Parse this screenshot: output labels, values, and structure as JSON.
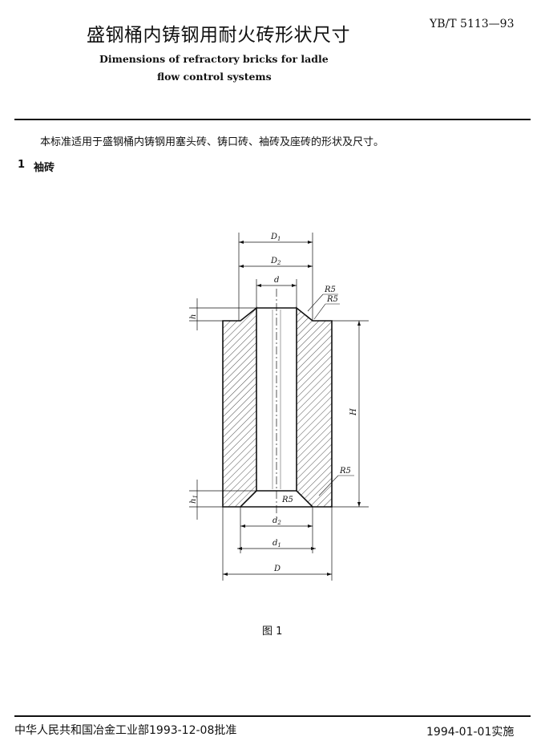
{
  "header": {
    "title_cn": "盛钢桶内铸钢用耐火砖形状尺寸",
    "standard_code": "YB/T 5113—93",
    "title_en_line1": "Dimensions of refractory bricks for ladle",
    "title_en_line2": "flow control systems"
  },
  "body": {
    "scope": "本标准适用于盛钢桶内铸钢用塞头砖、铸口砖、袖砖及座砖的形状及尺寸。",
    "section_number": "1",
    "section_title": "袖砖"
  },
  "figure": {
    "caption": "图 1",
    "labels": {
      "D1": "D",
      "D1_sub": "1",
      "D2": "D",
      "D2_sub": "2",
      "d": "d",
      "R5_a": "R5",
      "R5_b": "R5",
      "R5_c": "R5",
      "R5_d": "R5",
      "h": "h",
      "h1": "h",
      "h1_sub": "1",
      "H": "H",
      "d2": "d",
      "d2_sub": "2",
      "d1": "d",
      "d1_sub": "1",
      "D": "D"
    }
  },
  "footer": {
    "issuer": "中华人民共和国冶金工业部1993-12-08批准",
    "implementation": "1994-01-01实施"
  }
}
